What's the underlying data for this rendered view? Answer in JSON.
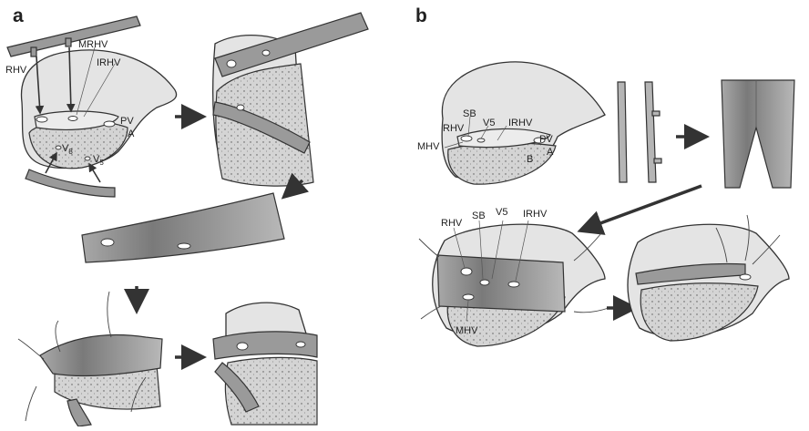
{
  "panels": {
    "a": {
      "letter": "a",
      "labels": {
        "rhv": "RHV",
        "mrhv": "MRHV",
        "irhv": "IRHV",
        "pv": "PV",
        "a": "A",
        "v8": "V",
        "v8_sub": "8",
        "v5": "V",
        "v5_sub": "5"
      }
    },
    "b": {
      "letter": "b",
      "labels": {
        "sb": "SB",
        "rhv": "RHV",
        "v5": "V5",
        "irhv": "IRHV",
        "mhv": "MHV",
        "pv": "PV",
        "a": "A",
        "b": "B",
        "bottom_rhv": "RHV",
        "bottom_sb": "SB",
        "bottom_v5": "V5",
        "bottom_irhv": "IRHV",
        "bottom_mhv": "MHV"
      }
    }
  },
  "colors": {
    "liver": "#e4e4e4",
    "cut_surface": "#d6d6d6",
    "vessel": "#9a9a9a",
    "outline": "#333333"
  }
}
